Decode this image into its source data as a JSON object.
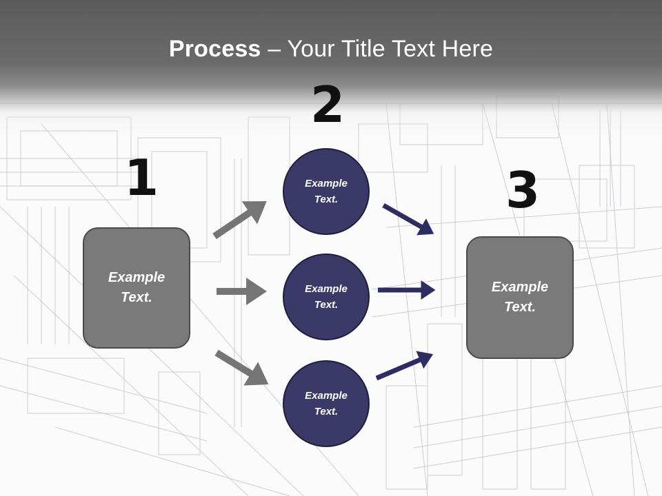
{
  "slide": {
    "title_bold": "Process",
    "title_rest": " – Your Title Text Here"
  },
  "steps": {
    "one": "1",
    "two": "2",
    "three": "3"
  },
  "left_box": {
    "line1": "Example",
    "line2": "Text."
  },
  "right_box": {
    "line1": "Example",
    "line2": "Text."
  },
  "circles": [
    {
      "line1": "Example",
      "line2": "Text."
    },
    {
      "line1": "Example",
      "line2": "Text."
    },
    {
      "line1": "Example",
      "line2": "Text."
    }
  ],
  "colors": {
    "title_band": "#5b5b5b",
    "gray_box": "#7a7a7a",
    "circle_fill": "#3a3968",
    "arrow_gray": "#757575",
    "arrow_navy": "#2e2d63"
  }
}
